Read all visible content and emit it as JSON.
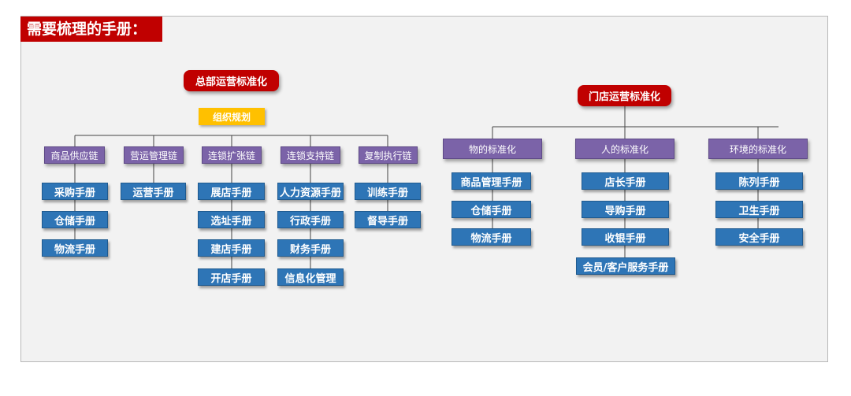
{
  "title": "需要梳理的手册：",
  "hq": {
    "root": "总部运营标准化",
    "sub": "组织规划",
    "categories": [
      {
        "label": "商品供应链",
        "items": [
          "采购手册",
          "仓储手册",
          "物流手册"
        ]
      },
      {
        "label": "营运管理链",
        "items": [
          "运营手册"
        ]
      },
      {
        "label": "连锁扩张链",
        "items": [
          "展店手册",
          "选址手册",
          "建店手册",
          "开店手册"
        ]
      },
      {
        "label": "连锁支持链",
        "items": [
          "人力资源手册",
          "行政手册",
          "财务手册",
          "信息化管理"
        ]
      },
      {
        "label": "复制执行链",
        "items": [
          "训练手册",
          "督导手册"
        ]
      }
    ]
  },
  "store": {
    "root": "门店运营标准化",
    "categories": [
      {
        "label": "物的标准化",
        "items": [
          "商品管理手册",
          "仓储手册",
          "物流手册"
        ]
      },
      {
        "label": "人的标准化",
        "items": [
          "店长手册",
          "导购手册",
          "收银手册",
          "会员/客户服务手册"
        ]
      },
      {
        "label": "环境的标准化",
        "items": [
          "陈列手册",
          "卫生手册",
          "安全手册"
        ]
      }
    ]
  },
  "colors": {
    "title_bg": "#c00000",
    "root_bg": "#c00000",
    "sub_bg": "#ffc000",
    "category_bg": "#7b63a8",
    "manual_bg": "#2e75b6"
  }
}
